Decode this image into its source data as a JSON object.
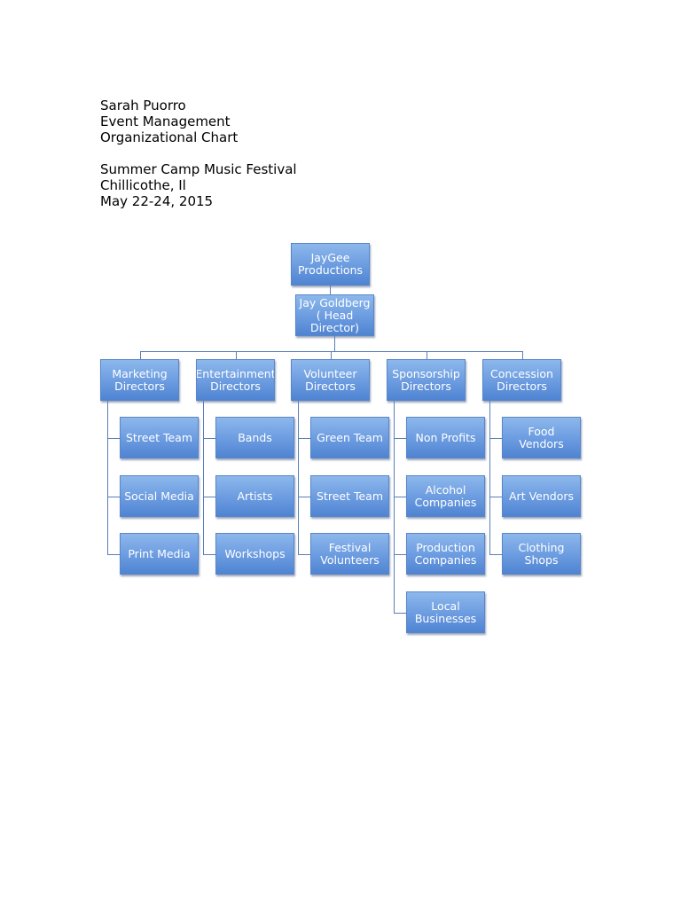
{
  "header": {
    "author": "Sarah Puorro",
    "course": "Event Management",
    "doc_title": "Organizational Chart",
    "event": "Summer Camp Music Festival",
    "location": "Chillicothe, Il",
    "dates": "May 22-24, 2015"
  },
  "org": {
    "root": "JayGee Productions",
    "head": "Jay Goldberg ( Head Director)",
    "departments": [
      {
        "title": "Marketing Directors",
        "members": [
          "Street Team",
          "Social Media",
          "Print Media"
        ]
      },
      {
        "title": "Entertainment Directors",
        "members": [
          "Bands",
          "Artists",
          "Workshops"
        ]
      },
      {
        "title": "Volunteer Directors",
        "members": [
          "Green Team",
          "Street Team",
          "Festival Volunteers"
        ]
      },
      {
        "title": "Sponsorship Directors",
        "members": [
          "Non Profits",
          "Alcohol Companies",
          "Production Companies",
          "Local Businesses"
        ]
      },
      {
        "title": "Concession Directors",
        "members": [
          "Food Vendors",
          "Art Vendors",
          "Clothing Shops"
        ]
      }
    ]
  },
  "colors": {
    "box_top": "#8db8ec",
    "box_bottom": "#4f84d2",
    "connector": "#5a7fb8"
  }
}
